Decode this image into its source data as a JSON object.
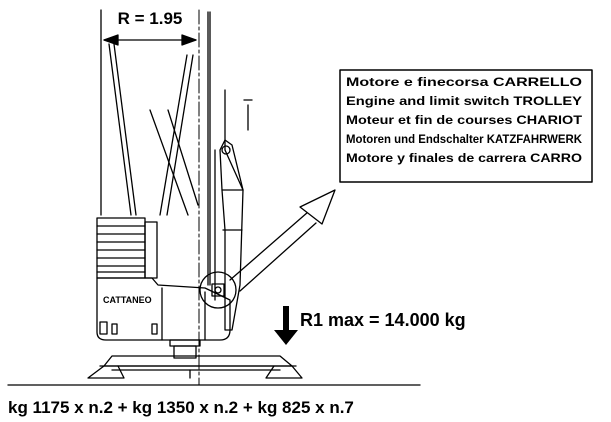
{
  "radius_label": "R = 1.95",
  "callout": {
    "lines": [
      "Motore e finecorsa CARRELLO",
      "Engine and limit switch TROLLEY",
      "Moteur et fin de courses CHARIOT",
      "Motoren und Endschalter KATZFAHRWERK",
      "Motore y finales de carrera CARRO"
    ]
  },
  "brand_logo": "CATTANEO",
  "reaction_label": "R1 max = 14.000 kg",
  "ballast_label": "kg 1175 x n.2 + kg 1350 x n.2 + kg 825 x n.7"
}
